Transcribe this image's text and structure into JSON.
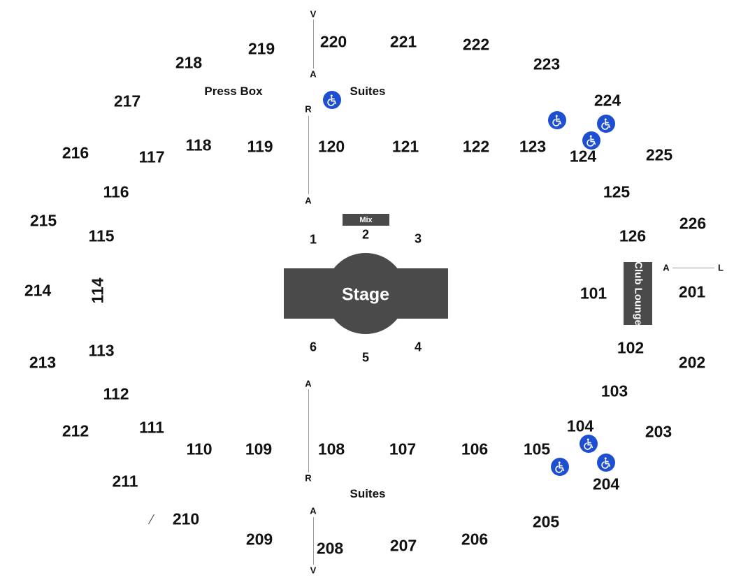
{
  "stage": {
    "label": "Stage",
    "mix_label": "Mix",
    "club_lounge": "Club Lounge"
  },
  "annotations": {
    "press_box": "Press Box",
    "suites_top": "Suites",
    "suites_bottom": "Suites"
  },
  "sections_upper": [
    "218",
    "219",
    "220",
    "221",
    "222",
    "223",
    "224",
    "225",
    "226",
    "201",
    "202",
    "203",
    "204",
    "205",
    "206",
    "207",
    "208",
    "209",
    "210",
    "211",
    "212",
    "213",
    "214",
    "215",
    "216",
    "217"
  ],
  "sections_lower": [
    "118",
    "119",
    "120",
    "121",
    "122",
    "123",
    "124",
    "125",
    "126",
    "101",
    "102",
    "103",
    "104",
    "105",
    "106",
    "107",
    "108",
    "109",
    "110",
    "111",
    "112",
    "113",
    "114",
    "115",
    "116",
    "117"
  ],
  "floor_sections": [
    "1",
    "2",
    "3",
    "4",
    "5",
    "6"
  ],
  "row_markers": [
    "V",
    "A",
    "R",
    "A",
    "A",
    "R",
    "A",
    "V",
    "A",
    "L"
  ],
  "icons": {
    "accessible": "wheelchair-icon"
  },
  "colors": {
    "stage": "#4a4a4a",
    "accessible": "#1f4fd1"
  }
}
